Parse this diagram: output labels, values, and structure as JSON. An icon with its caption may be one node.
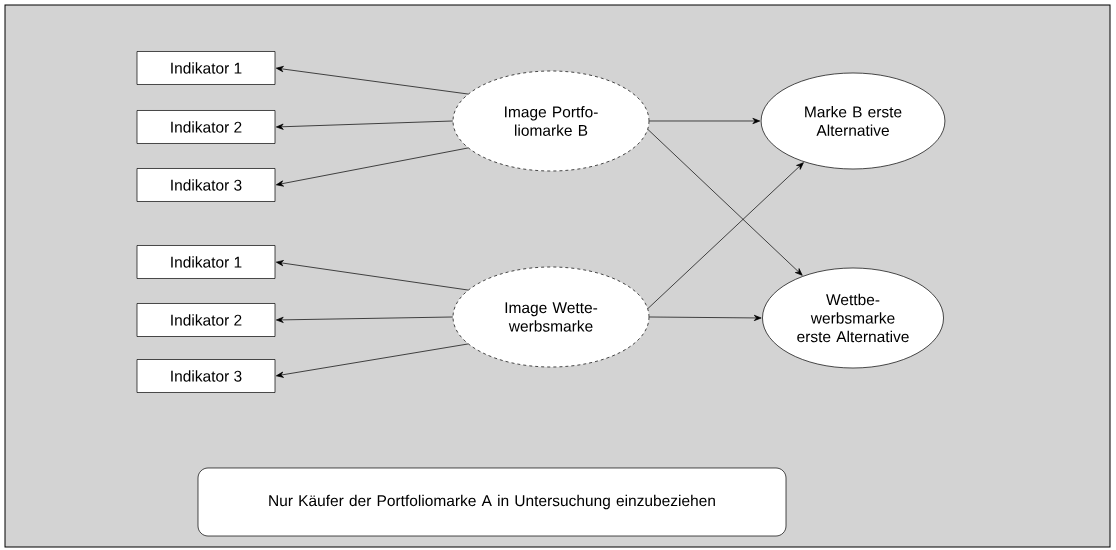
{
  "diagram": {
    "nodes": [
      {
        "text": [
          "Indikator 1"
        ]
      },
      {
        "text": [
          "Indikator 2"
        ]
      },
      {
        "text": [
          "Indikator 3"
        ]
      },
      {
        "text": [
          "Image Portfo-liomarke B"
        ]
      },
      {
        "text": [
          "Marke B erste Alternative"
        ]
      },
      {
        "text": [
          "Indikator 1"
        ]
      },
      {
        "text": [
          "Indikator 2"
        ]
      },
      {
        "text": [
          "Indikator 3"
        ]
      },
      {
        "text": [
          "Image Wette-werbsmarke"
        ]
      },
      {
        "text": [
          "Wettbe-werbsmarke erste Alternative"
        ]
      },
      {
        "text": [
          "Nur Käufer der Portfoliomarke A in Untersuchung einzubeziehen"
        ]
      }
    ],
    "edges": [
      {
        "from": 3,
        "to": 0,
        "arrow": "to"
      },
      {
        "from": 3,
        "to": 1,
        "arrow": "to"
      },
      {
        "from": 3,
        "to": 2,
        "arrow": "to"
      },
      {
        "from": 3,
        "to": 4,
        "arrow": "to"
      },
      {
        "from": 3,
        "to": 9,
        "arrow": "to"
      },
      {
        "from": 8,
        "to": 5,
        "arrow": "to"
      },
      {
        "from": 8,
        "to": 6,
        "arrow": "to"
      },
      {
        "from": 8,
        "to": 7,
        "arrow": "to"
      },
      {
        "from": 8,
        "to": 4,
        "arrow": "to"
      },
      {
        "from": 8,
        "to": 9,
        "arrow": "to"
      }
    ]
  }
}
